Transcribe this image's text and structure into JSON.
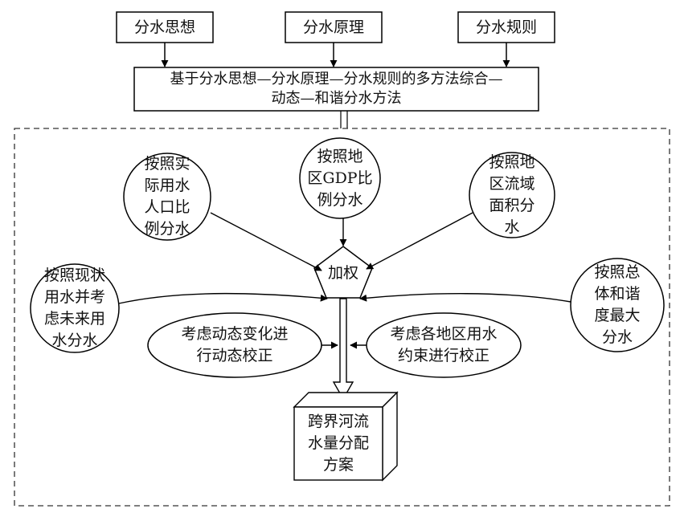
{
  "top_boxes": [
    "分水思想",
    "分水原理",
    "分水规则"
  ],
  "integration_box": {
    "line1": "基于分水思想—分水原理—分水规则的多方法综合—",
    "line2": "动态—和谐分水方法"
  },
  "methods": {
    "actual_water_population": [
      "按照实",
      "际用水",
      "人口比",
      "例分水"
    ],
    "gdp_ratio": [
      "按照地",
      "区GDP比",
      "例分水"
    ],
    "basin_area": [
      "按照地",
      "区流域",
      "面积分",
      "水"
    ],
    "current_and_future": [
      "按照现状",
      "用水并考",
      "虑未来用",
      "水分水"
    ],
    "max_harmony": [
      "按照总",
      "体和谐",
      "度最大",
      "分水"
    ]
  },
  "weighting_node": "加权",
  "corrections": {
    "dynamic": [
      "考虑动态变化进",
      "行动态校正"
    ],
    "constraint": [
      "考虑各地区用水",
      "约束进行校正"
    ]
  },
  "result": [
    "跨界河流",
    "水量分配",
    "方案"
  ]
}
